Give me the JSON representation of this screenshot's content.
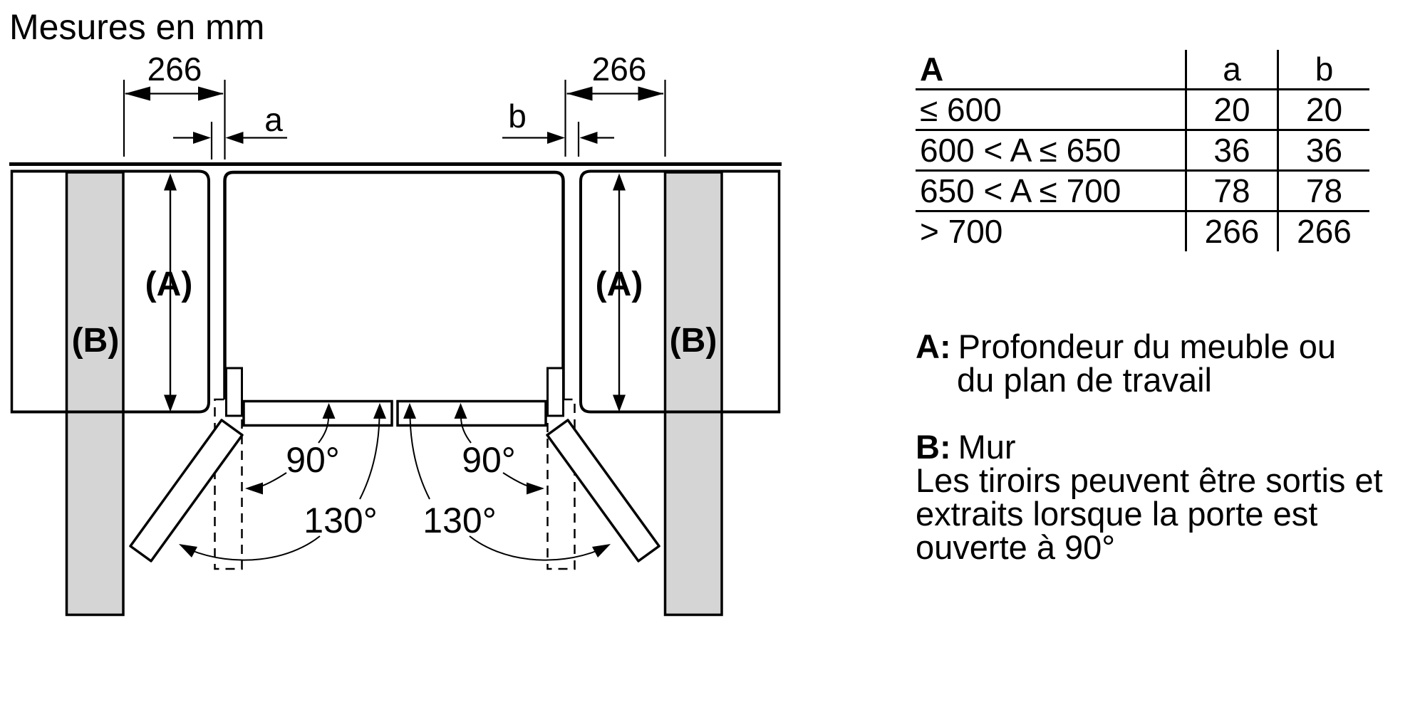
{
  "title": "Mesures en mm",
  "diagram": {
    "dim_left": "266",
    "dim_right": "266",
    "gap_a": "a",
    "gap_b": "b",
    "depth_label": "(A)",
    "wall_label": "(B)",
    "angle_90": "90°",
    "angle_130": "130°",
    "wall_fill": "#d5d5d5",
    "line_color": "#000000"
  },
  "table": {
    "header": {
      "dimension": "A",
      "a": "a",
      "b": "b"
    },
    "rows": [
      {
        "range": "≤ 600",
        "a": "20",
        "b": "20"
      },
      {
        "range": "600 < A ≤ 650",
        "a": "36",
        "b": "36"
      },
      {
        "range": "650 < A ≤ 700",
        "a": "78",
        "b": "78"
      },
      {
        "range": "> 700",
        "a": "266",
        "b": "266"
      }
    ]
  },
  "notes": {
    "a_key": "A:",
    "a_text_line1": "Profondeur du meuble ou",
    "a_text_line2": "du plan de travail",
    "b_key": "B:",
    "b_text": "Mur",
    "drawer_line1": "Les tiroirs peuvent être sortis et",
    "drawer_line2": "extraits lorsque la porte est",
    "drawer_line3": "ouverte à 90°"
  }
}
